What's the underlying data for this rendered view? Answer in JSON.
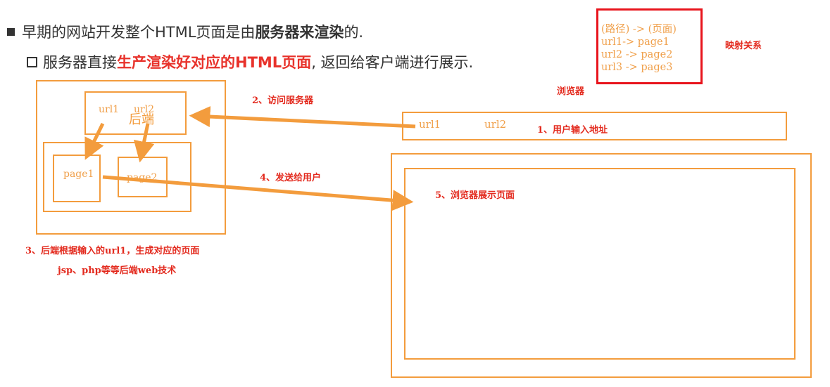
{
  "heading": {
    "line1_prefix": "早期的网站开发整个HTML页面是由",
    "line1_bold": "服务器来渲染",
    "line1_suffix": "的.",
    "line2_prefix": "服务器直接",
    "line2_highlight": "生产渲染好对应的HTML页面",
    "line2_suffix": ", 返回给客户端进行展示."
  },
  "mapping": {
    "lines": [
      "(路径) -> (页面)",
      "url1-> page1",
      "url2 -> page2",
      "url3 -> page3"
    ],
    "label": "映射关系"
  },
  "browser_label": "浏览器",
  "backend": {
    "url1": "url1",
    "url2": "url2",
    "label": "后端",
    "page1": "page1",
    "page2": "page2"
  },
  "address_bar": {
    "url1": "url1",
    "url2": "url2"
  },
  "steps": {
    "step1": "1、用户输入地址",
    "step2": "2、访问服务器",
    "step3_line1": "3、后端根据输入的url1，生成对应的页面",
    "step3_line2": "jsp、php等等后端web技术",
    "step4": "4、发送给用户",
    "step5": "5、浏览器展示页面"
  },
  "colors": {
    "orange": "#f39c3d",
    "red": "#e32a1e",
    "mapping_border": "#e8141c"
  }
}
